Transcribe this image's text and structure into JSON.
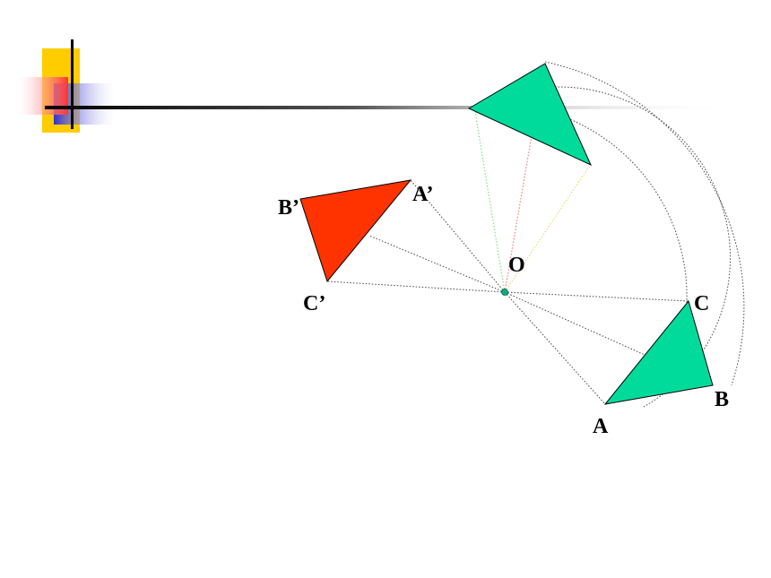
{
  "diagram": {
    "labels": {
      "A": "A",
      "B": "B",
      "C": "C",
      "O": "O",
      "A_prime": "A’",
      "B_prime": "B’",
      "C_prime": "C’"
    },
    "colors": {
      "original_triangle_fill": "#00DB9C",
      "rotated_triangle_fill": "#00DB9C",
      "image_triangle_fill": "#FF3300",
      "center_point": "#00B386",
      "connector_lines": "#444444",
      "arc_lines": "#444444",
      "ray_green": "#66DD66",
      "ray_red": "#EE6666",
      "ray_yellow": "#E8D44D",
      "header_bar": "#000000",
      "deco_yellow": "#FFCC00",
      "deco_blue": "#3333CC",
      "deco_red": "#FF3333"
    }
  }
}
